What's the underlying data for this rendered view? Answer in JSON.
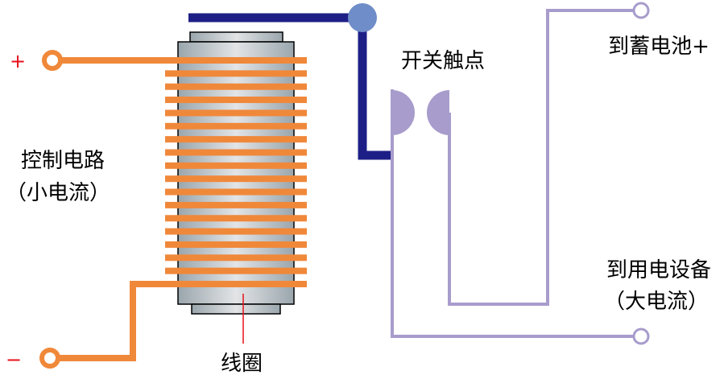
{
  "labels": {
    "plus": "+",
    "minus": "−",
    "control_circuit": "控制电路",
    "small_current": "（小电流）",
    "switch_contacts": "开关触点",
    "to_battery": "到蓄电池+",
    "to_device": "到用电设备",
    "large_current": "（大电流）",
    "coil": "线圈"
  },
  "colors": {
    "coil": "#f0883a",
    "armature": "#1e1f86",
    "pivot": "#6f8dc8",
    "contact": "#a89ccc",
    "polarity": "#e8101a",
    "core": "#b8c1c6"
  },
  "coil_turns": 18
}
